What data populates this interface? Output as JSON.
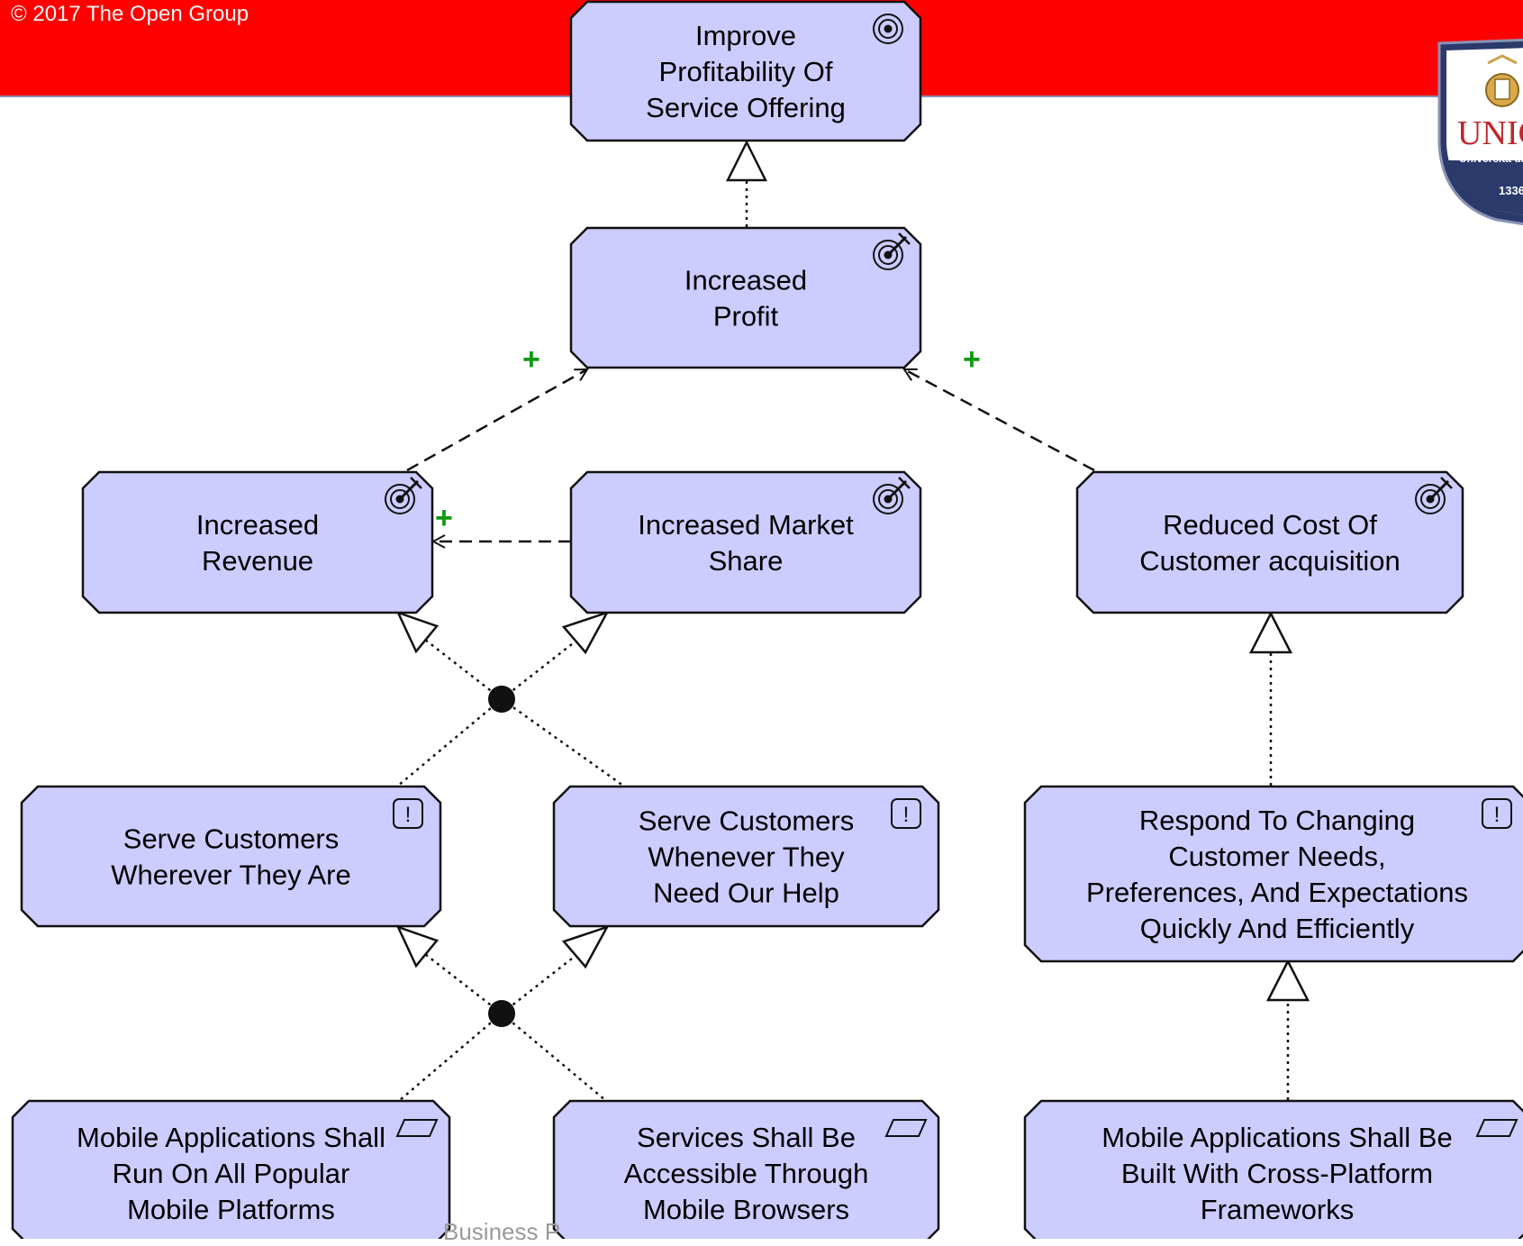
{
  "header": {
    "copyright": "© 2017 The Open Group",
    "banner_color": "#ff0000"
  },
  "footer": {
    "text": "Business P"
  },
  "logo": {
    "name": "UNIC",
    "subtitle": "Università di",
    "year": "1336"
  },
  "colors": {
    "node_fill": "#ccccff",
    "node_stroke": "#111111",
    "plus_sign": "#119911"
  },
  "nodes": {
    "improve_profitability": {
      "lines": [
        "Improve",
        "Profitability Of",
        "Service Offering"
      ],
      "icon": "goal-icon"
    },
    "increased_profit": {
      "lines": [
        "Increased",
        "Profit"
      ],
      "icon": "outcome-icon"
    },
    "increased_revenue": {
      "lines": [
        "Increased",
        "Revenue"
      ],
      "icon": "outcome-icon"
    },
    "increased_market_share": {
      "lines": [
        "Increased Market",
        "Share"
      ],
      "icon": "outcome-icon"
    },
    "reduced_cost": {
      "lines": [
        "Reduced Cost Of",
        "Customer acquisition"
      ],
      "icon": "outcome-icon"
    },
    "serve_wherever": {
      "lines": [
        "Serve Customers",
        "Wherever They Are"
      ],
      "icon": "principle-icon"
    },
    "serve_whenever": {
      "lines": [
        "Serve Customers",
        "Whenever They",
        "Need Our Help"
      ],
      "icon": "principle-icon"
    },
    "respond_changing": {
      "lines": [
        "Respond To Changing",
        "Customer Needs,",
        "Preferences, And Expectations",
        "Quickly And Efficiently"
      ],
      "icon": "principle-icon"
    },
    "mobile_platforms": {
      "lines": [
        "Mobile Applications Shall",
        "Run On All Popular",
        "Mobile Platforms"
      ],
      "icon": "requirement-icon"
    },
    "mobile_browsers": {
      "lines": [
        "Services Shall Be",
        "Accessible Through",
        "Mobile Browsers"
      ],
      "icon": "requirement-icon"
    },
    "cross_platform": {
      "lines": [
        "Mobile Applications Shall Be",
        "Built With Cross-Platform",
        "Frameworks"
      ],
      "icon": "requirement-icon"
    }
  },
  "influence_labels": {
    "revenue_to_profit": "+",
    "cost_to_profit": "+",
    "market_to_revenue": "+"
  }
}
